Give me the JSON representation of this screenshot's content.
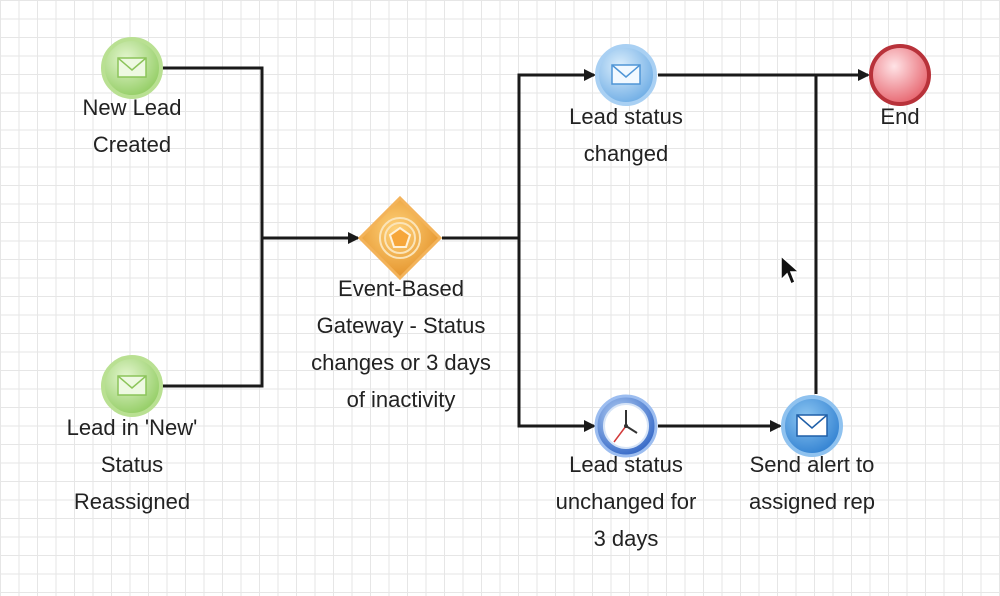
{
  "diagram": {
    "nodes": {
      "new_lead": {
        "label": "New Lead\nCreated"
      },
      "lead_in_new": {
        "label": "Lead in 'New'\nStatus\nReassigned"
      },
      "gateway": {
        "label": "Event-Based\nGateway - Status\nchanges or 3 days\nof inactivity"
      },
      "status_changed": {
        "label": "Lead status\nchanged"
      },
      "status_unchanged": {
        "label": "Lead status\nunchanged for\n3 days"
      },
      "send_alert": {
        "label": "Send alert to\nassigned rep"
      },
      "end": {
        "label": "End"
      }
    }
  },
  "colors": {
    "start_event": "#9bd36b",
    "message_event": "#6fb0e6",
    "timer_event": "#3f7fd8",
    "end_event": "#d9444a",
    "gateway": "#e8902a",
    "edge": "#1a1a1a"
  },
  "icons": [
    "envelope-icon",
    "clock-icon",
    "pentagon-icon",
    "cursor-icon"
  ]
}
